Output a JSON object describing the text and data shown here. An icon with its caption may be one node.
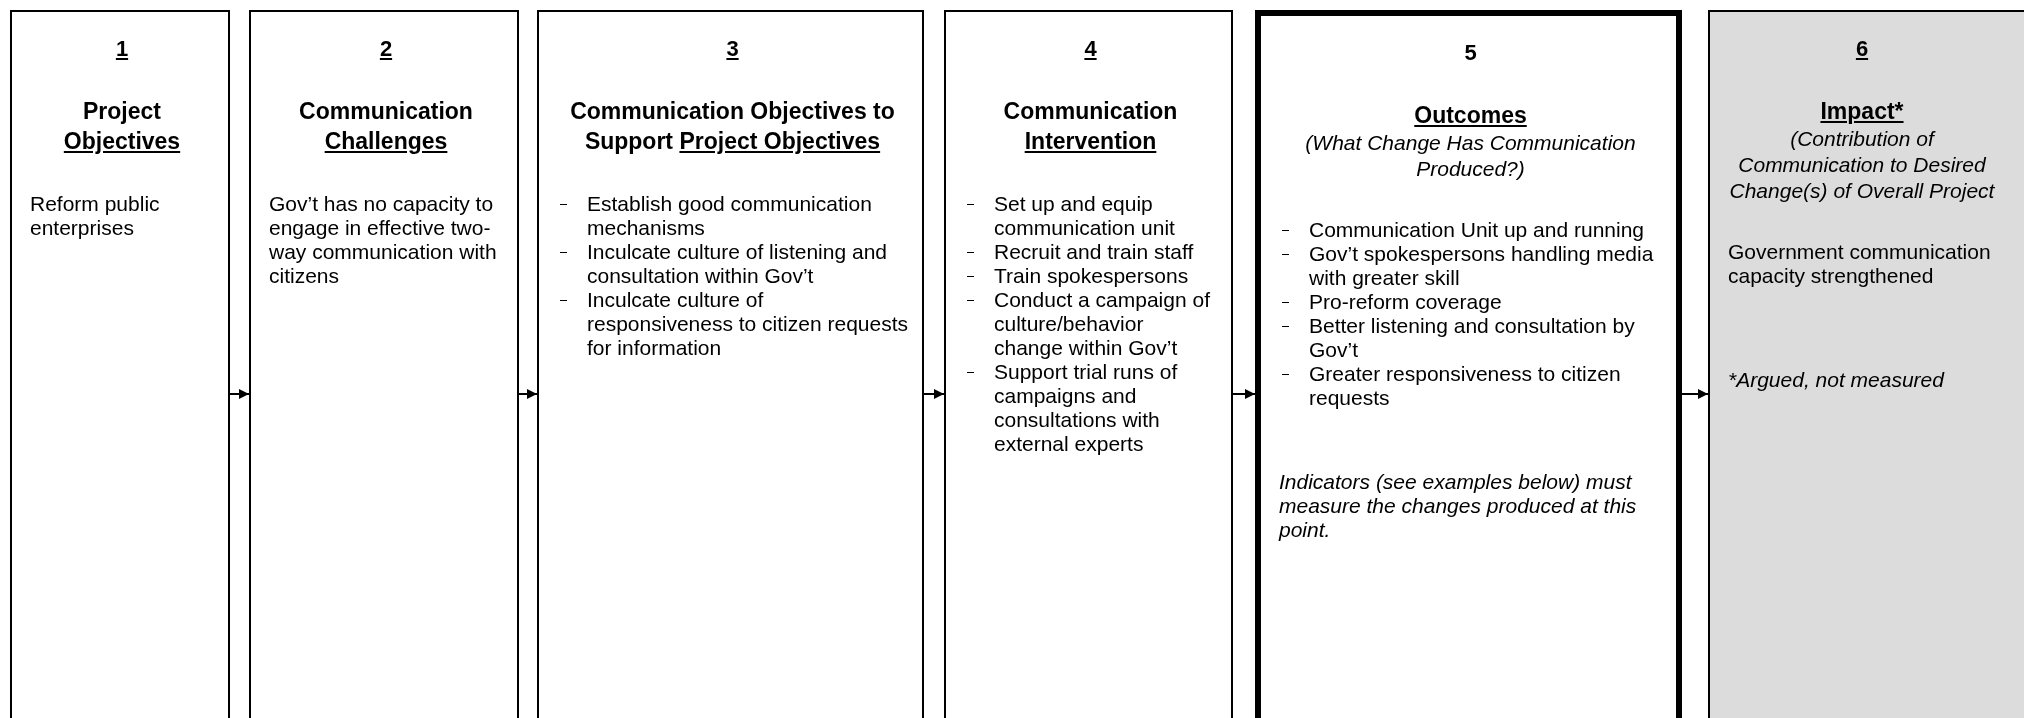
{
  "diagram": {
    "nodes": [
      {
        "text": [
          "1",
          "Project Objectives",
          "Reform public enterprises"
        ]
      },
      {
        "text": [
          "2",
          "Communication Challenges",
          "Gov’t has no capacity to engage in effective two-way communication with citizens"
        ]
      },
      {
        "text": [
          "3",
          "Communication Objectives to Support Project Objectives",
          "Establish good communication mechanisms",
          "Inculcate culture of listening and consultation within Gov’t",
          "Inculcate culture of responsiveness to citizen requests for information"
        ]
      },
      {
        "text": [
          "4",
          "Communication Intervention",
          "Set up and equip communication unit",
          "Recruit and train staff",
          "Train spokespersons",
          "Conduct a campaign of culture/behavior change within Gov’t",
          "Support trial runs of campaigns and consultations with external experts"
        ]
      },
      {
        "text": [
          "5",
          "Outcomes",
          "(What Change Has Communication Produced?)",
          "Communication Unit up and running",
          "Gov’t spokespersons handling media with greater skill",
          "Pro-reform coverage",
          "Better listening and consultation by Gov’t",
          "Greater responsiveness to citizen requests",
          "Indicators (see examples below) must measure the changes produced at this point."
        ]
      },
      {
        "text": [
          "6",
          "Impact*",
          "(Contribution of Communication to Desired Change(s) of Overall Project",
          "Government communication capacity strengthened",
          "*Argued, not measured"
        ]
      }
    ],
    "edges": [
      {
        "from": 0,
        "to": 1,
        "arrow": "to"
      },
      {
        "from": 1,
        "to": 2,
        "arrow": "to"
      },
      {
        "from": 2,
        "to": 3,
        "arrow": "to"
      },
      {
        "from": 3,
        "to": 4,
        "arrow": "to"
      },
      {
        "from": 4,
        "to": 5,
        "arrow": "to"
      }
    ]
  }
}
